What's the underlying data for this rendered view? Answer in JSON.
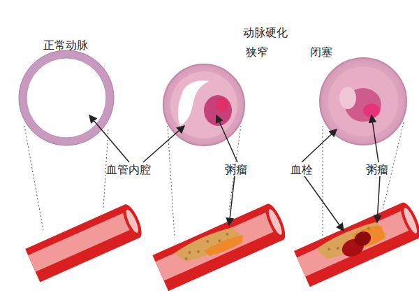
{
  "diagram": {
    "labels": [
      "正常动脉",
      "动脉硬化",
      "狭窄",
      "闭塞",
      "血管内腔",
      "粥瘤",
      "血栓",
      "粥瘤"
    ]
  }
}
